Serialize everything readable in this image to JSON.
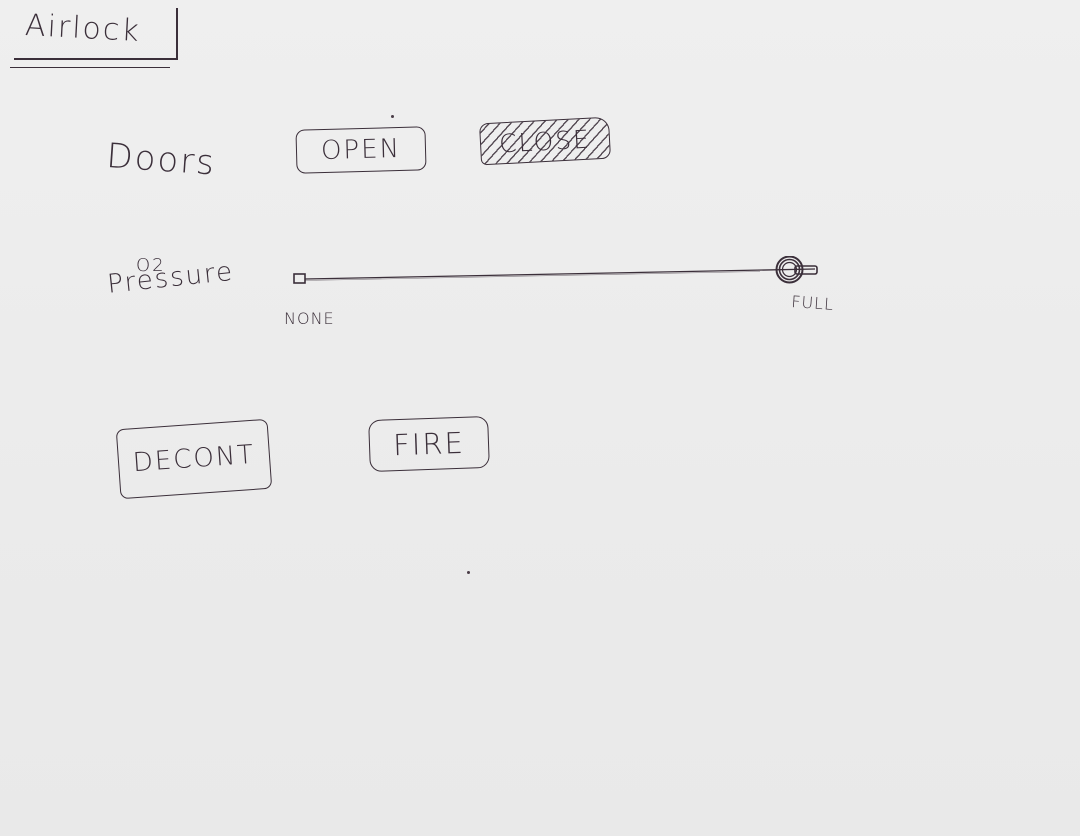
{
  "window": {
    "title": "Airlock"
  },
  "doors": {
    "label": "Doors",
    "open_label": "OPEN",
    "close_label": "CLOSE",
    "selected": "CLOSE"
  },
  "o2_pressure": {
    "label_line1": "O2",
    "label_line2": "Pressure",
    "min_label": "NONE",
    "max_label": "FULL",
    "value_fraction": 0.95
  },
  "actions": {
    "decont_label": "DECONT",
    "fire_label": "FIRE"
  },
  "colors": {
    "ink": "#3b2f3a",
    "paper": "#ececec"
  }
}
